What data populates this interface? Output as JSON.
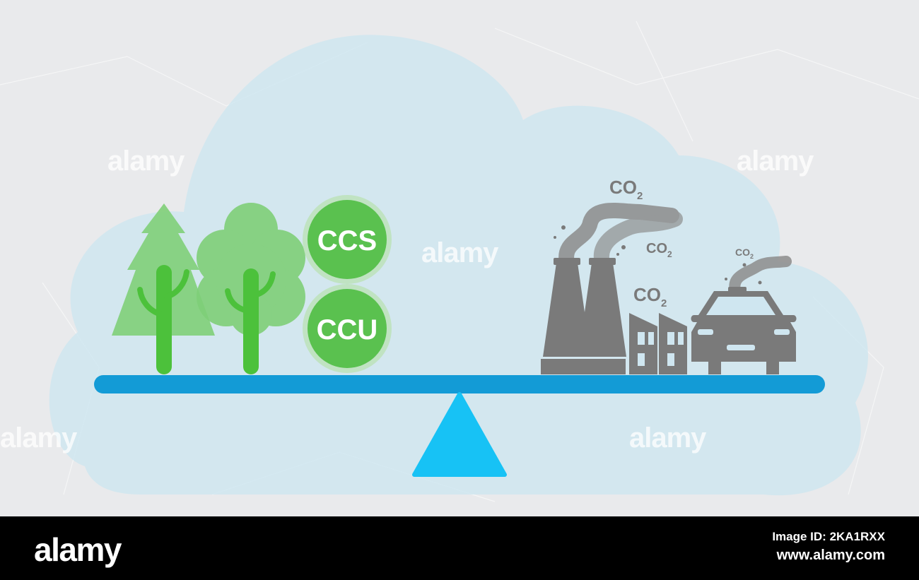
{
  "labels": {
    "ccs": "CCS",
    "ccu": "CCU",
    "co2_main": "CO",
    "co2_small": "CO",
    "co2_mid": "CO",
    "co2_car": "CO",
    "subscript": "2"
  },
  "watermarks": [
    "alamy",
    "alamy",
    "alamy",
    "alamy",
    "alamy"
  ],
  "footer": {
    "brand": "alamy",
    "image_id": "Image ID: 2KA1RXX",
    "site": "www.alamy.com"
  },
  "colors": {
    "cloud": "#cfe6f0",
    "beam": "#139bd6",
    "fulcrum": "#17c2f5",
    "tree_light": "#7fcf78",
    "trunk": "#4cc13b",
    "badge": "#5ac14f",
    "pollution": "#7a7a7a",
    "smoke": "#8c8c8c"
  }
}
